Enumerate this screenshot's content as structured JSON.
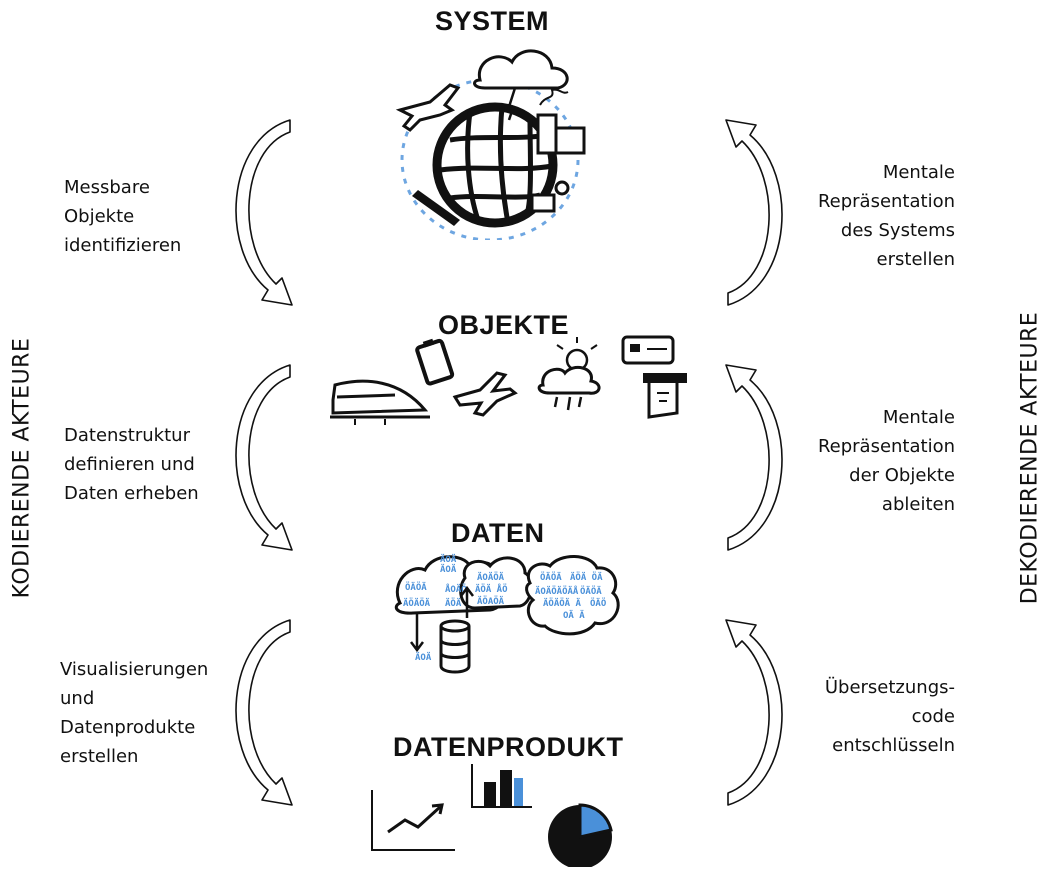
{
  "stages": {
    "system": "SYSTEM",
    "objekte": "OBJEKTE",
    "daten": "DATEN",
    "datenprodukt": "DATENPRODUKT"
  },
  "left_steps": {
    "step1": "Messbare\nObjekte\nidentifizieren",
    "step2": "Datenstruktur\ndefinieren und\nDaten erheben",
    "step3": "Visualisierungen\nund\nDatenprodukte\nerstellen"
  },
  "right_steps": {
    "step1": "Mentale\nRepräsentation\ndes Systems\nerstellen",
    "step2": "Mentale\nRepräsentation\nder Objekte\nableiten",
    "step3": "Übersetzungs-\ncode\nentschlüsseln"
  },
  "side_labels": {
    "left": "KODIERENDE AKTEURE",
    "right": "DEKODIERENDE AKTEURE"
  },
  "data_glyphs": [
    "ÄOÄ",
    "ÄOÄ",
    "ÖÄÖÄ",
    "ÄÖÄÖÄ",
    "ÅOÄÖ",
    "ÄOÄÖÄ",
    "ÄÖÄ ÅÖ",
    "ÄÖAÖÄ",
    "ÄOÄÖÄÖÄÅ",
    "ÄÖÄÖÄ Ä",
    "ÖÄÖÄ",
    "OÄ Ä",
    "ÄÖÄ ÖÄ",
    "ÖÄÖÄ",
    "ÖÄÖ",
    "ÄÖÄ",
    "ÄOÄ"
  ],
  "colors": {
    "accent_blue": "#4a90d9",
    "ink": "#111111"
  }
}
